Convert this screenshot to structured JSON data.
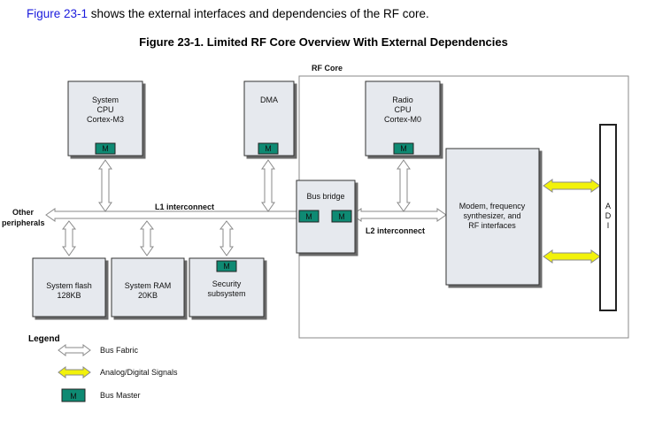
{
  "intro": {
    "link_text": "Figure 23-1",
    "rest": " shows the external interfaces and dependencies of the RF core."
  },
  "figure_title": "Figure 23-1. Limited RF Core Overview With External Dependencies",
  "diagram": {
    "rf_core_label": "RF Core",
    "system_cpu": [
      "System",
      "CPU",
      "Cortex-M3"
    ],
    "dma": "DMA",
    "radio_cpu": [
      "Radio",
      "CPU",
      "Cortex-M0"
    ],
    "bus_bridge": "Bus bridge",
    "modem": [
      "Modem, frequency",
      "synthesizer, and",
      "RF interfaces"
    ],
    "adi": [
      "A",
      "D",
      "I"
    ],
    "l1_interconnect": "L1 interconnect",
    "l2_interconnect": "L2 interconnect",
    "other_peripherals": [
      "Other",
      "peripherals"
    ],
    "system_flash": [
      "System flash",
      "128KB"
    ],
    "system_ram": [
      "System RAM",
      "20KB"
    ],
    "security": [
      "Security",
      "subsystem"
    ],
    "master_marker": "M"
  },
  "legend": {
    "title": "Legend",
    "bus_fabric": "Bus Fabric",
    "analog_digital": "Analog/Digital Signals",
    "bus_master": "Bus Master",
    "master_marker": "M"
  },
  "colors": {
    "box_fill": "#e6e9ee",
    "master_fill": "#0e8a73",
    "signal_fill": "#f2f20a",
    "bus_fill": "#ffffff",
    "link": "#1a1adc"
  }
}
